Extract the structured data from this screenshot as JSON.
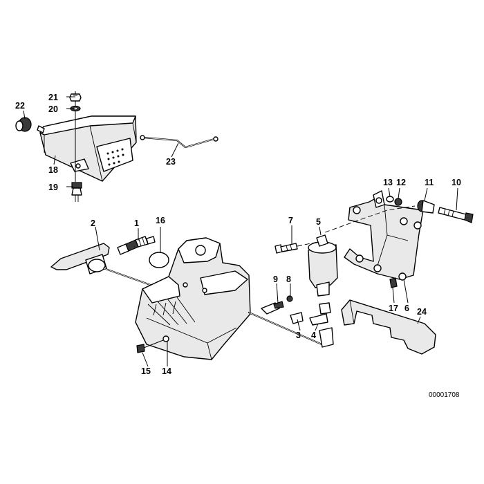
{
  "diagram": {
    "callouts": [
      "1",
      "2",
      "3",
      "4",
      "5",
      "6",
      "7",
      "8",
      "9",
      "10",
      "11",
      "12",
      "13",
      "14",
      "15",
      "16",
      "17",
      "18",
      "19",
      "20",
      "21",
      "22",
      "23",
      "24"
    ],
    "reference_number": "00001708"
  }
}
